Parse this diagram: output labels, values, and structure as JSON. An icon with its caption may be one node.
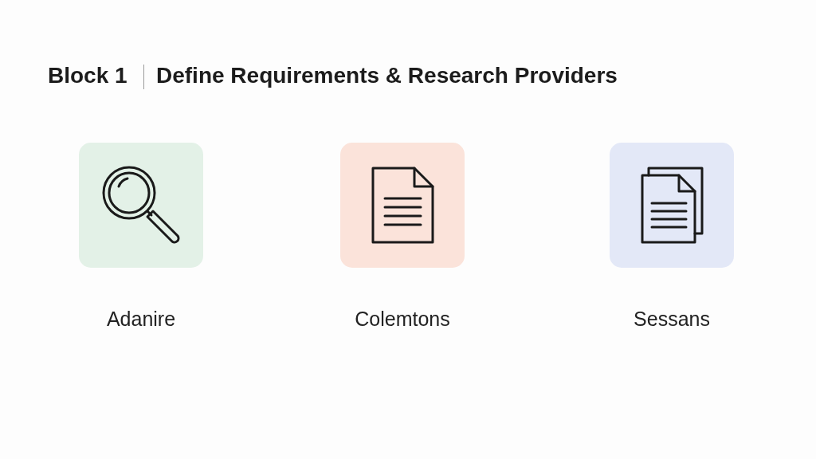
{
  "diagram": {
    "title": "Define Requirements & Research Providers",
    "nodes": [
      {
        "text": [
          "Adanire"
        ]
      },
      {
        "text": [
          "Colemtons"
        ]
      },
      {
        "text": [
          "Sessans"
        ]
      }
    ],
    "labels": [
      "Block 1"
    ]
  }
}
